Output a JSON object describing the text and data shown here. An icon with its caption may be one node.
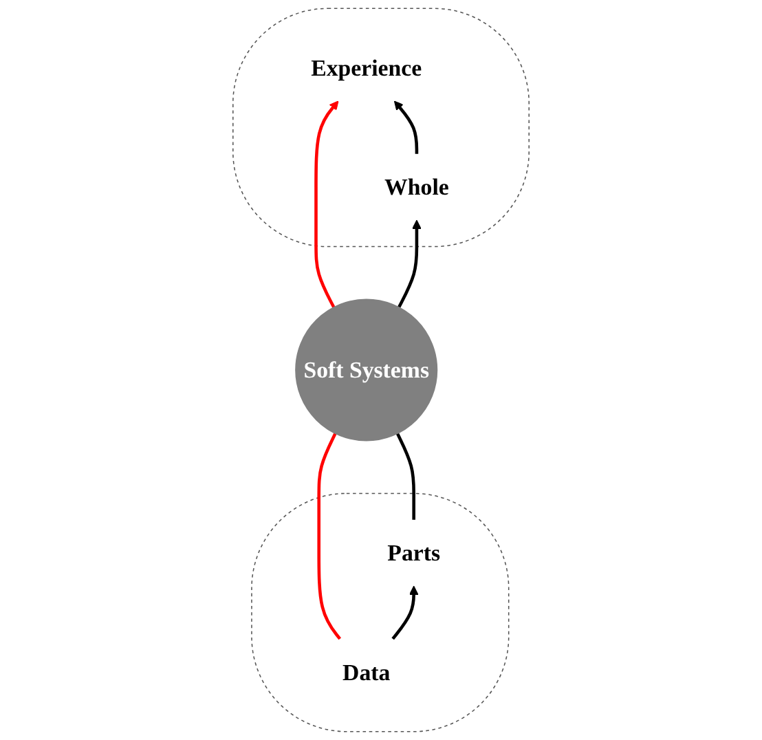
{
  "diagram": {
    "nodes": [
      {
        "text": [],
        "shape": "ellipse"
      },
      {
        "text": [
          "Experience"
        ],
        "in": 0
      },
      {
        "text": [
          "Whole"
        ],
        "in": 0
      },
      {
        "text": [],
        "shape": "ellipse"
      },
      {
        "text": [
          "Parts"
        ],
        "in": 3
      },
      {
        "text": [
          "Data"
        ],
        "in": 3
      },
      {
        "text": [
          "Soft Systems"
        ]
      }
    ],
    "edges": [
      {
        "from": 5,
        "to": 6,
        "arrow": "none",
        "color": "#ff0000"
      },
      {
        "from": 6,
        "to": 1,
        "arrow": "to",
        "color": "#ff0000"
      },
      {
        "from": 4,
        "to": 6,
        "arrow": "none"
      },
      {
        "from": 6,
        "to": 2,
        "arrow": "to"
      },
      {
        "from": 5,
        "to": 4,
        "arrow": "to"
      },
      {
        "from": 2,
        "to": 1,
        "arrow": "to"
      }
    ]
  }
}
